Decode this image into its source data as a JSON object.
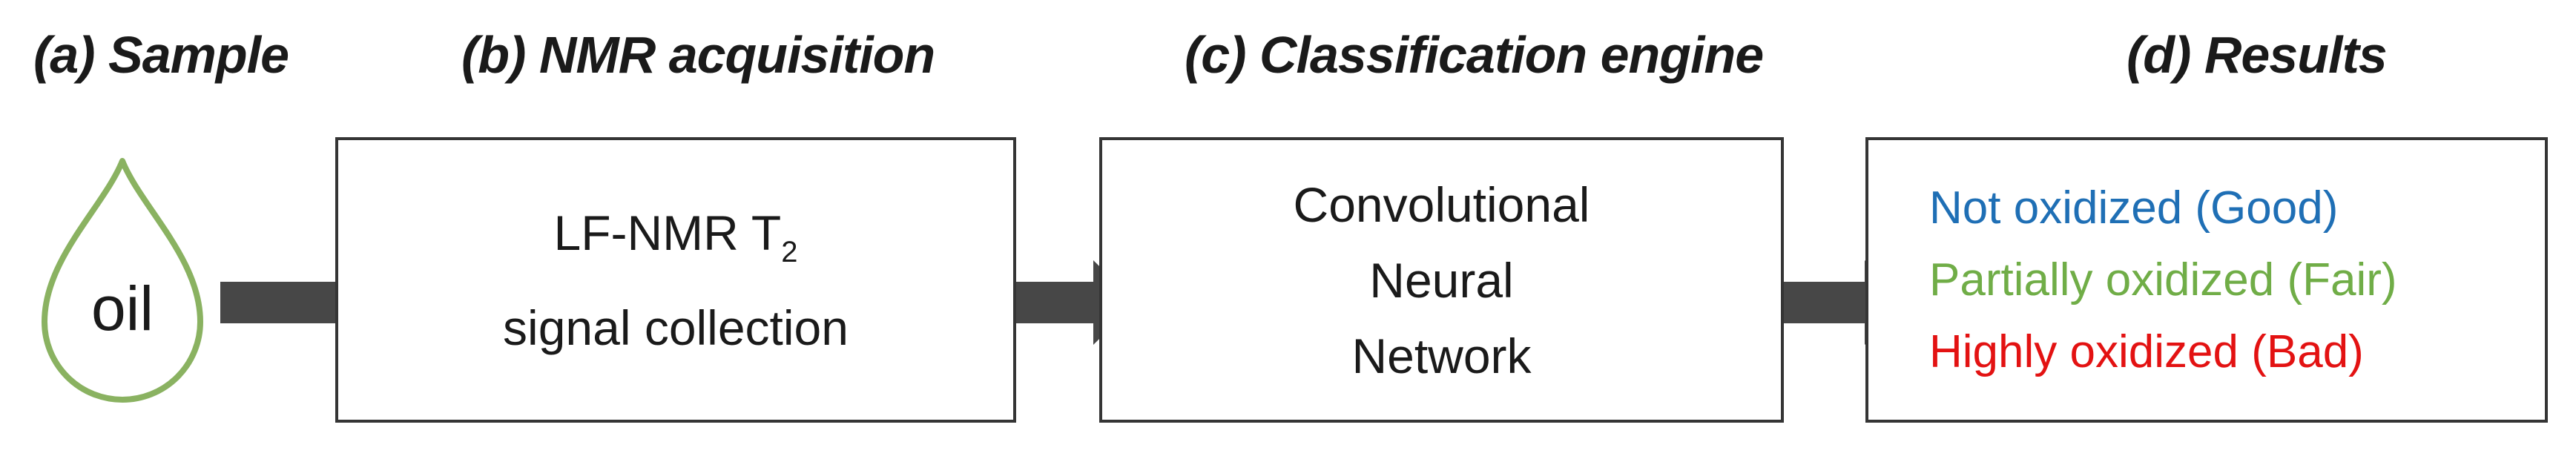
{
  "diagram": {
    "stage_titles": {
      "a": "(a) Sample",
      "b": "(b) NMR acquisition",
      "c": "(c) Classification engine",
      "d": "(d) Results"
    },
    "sample": {
      "droplet_label": "oil",
      "droplet_outline_color": "#8ab261"
    },
    "nmr_box": {
      "line1_main": "LF-NMR T",
      "line1_subscript": "2",
      "line2": "signal collection"
    },
    "cnn_box": {
      "lines": [
        "Convolutional",
        "Neural",
        "Network"
      ]
    },
    "results_box": {
      "items": [
        {
          "label": "Not oxidized (Good)",
          "color": "#1f6fb5"
        },
        {
          "label": "Partially oxidized (Fair)",
          "color": "#70ad47"
        },
        {
          "label": "Highly oxidized (Bad)",
          "color": "#e31212"
        }
      ]
    },
    "colors": {
      "arrow_fill": "#474747",
      "box_border": "#353535",
      "text": "#1a1a1a"
    }
  }
}
